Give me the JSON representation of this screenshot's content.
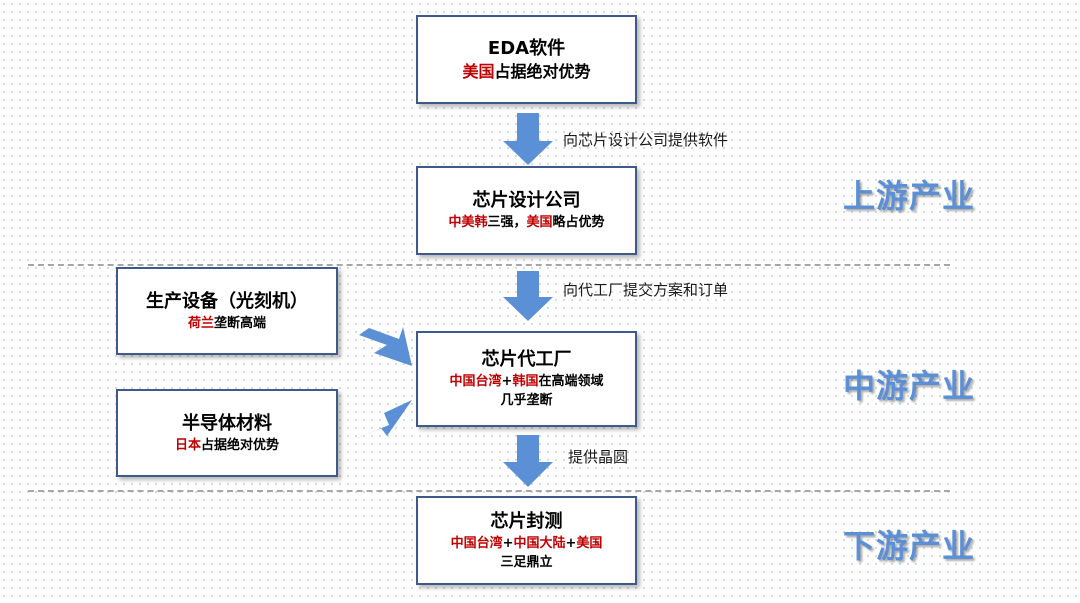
{
  "boxes": {
    "eda": {
      "title": "EDA软件",
      "sub": [
        [
          "美国",
          "red"
        ],
        [
          "占据绝对优势",
          ""
        ]
      ]
    },
    "design": {
      "title": "芯片设计公司",
      "sub": [
        [
          "中美韩",
          "red"
        ],
        [
          "三强，",
          ""
        ],
        [
          "美国",
          "red"
        ],
        [
          "略占优势",
          ""
        ]
      ]
    },
    "foundry": {
      "title": "芯片代工厂",
      "sub1": [
        [
          "中国台湾",
          "red"
        ],
        [
          "+",
          ""
        ],
        [
          "韩国",
          "red"
        ],
        [
          "在高端领域",
          ""
        ]
      ],
      "sub2": "几乎垄断"
    },
    "equipment": {
      "title": "生产设备（光刻机）",
      "sub": [
        [
          "荷兰",
          "red"
        ],
        [
          "垄断高端",
          ""
        ]
      ]
    },
    "materials": {
      "title": "半导体材料",
      "sub": [
        [
          "日本",
          "red"
        ],
        [
          "占据绝对优势",
          ""
        ]
      ]
    },
    "packaging": {
      "title": "芯片封测",
      "sub1": [
        [
          "中国台湾",
          "red"
        ],
        [
          "+",
          ""
        ],
        [
          "中国大陆",
          "red"
        ],
        [
          "+",
          ""
        ],
        [
          "美国",
          "red"
        ]
      ],
      "sub2": "三足鼎立"
    }
  },
  "flow_notes": {
    "eda_to_design": "向芯片设计公司提供软件",
    "design_to_foundry": "向代工厂提交方案和订单",
    "foundry_to_packaging": "提供晶圆"
  },
  "zones": {
    "upstream": "上游产业",
    "midstream": "中游产业",
    "downstream": "下游产业"
  },
  "colors": {
    "highlight": "#c00000",
    "box_border": "#3d5a8a",
    "arrow": "#5b8fd6",
    "zone_text": "#5b8fd6",
    "divider": "#a6a6a6"
  }
}
